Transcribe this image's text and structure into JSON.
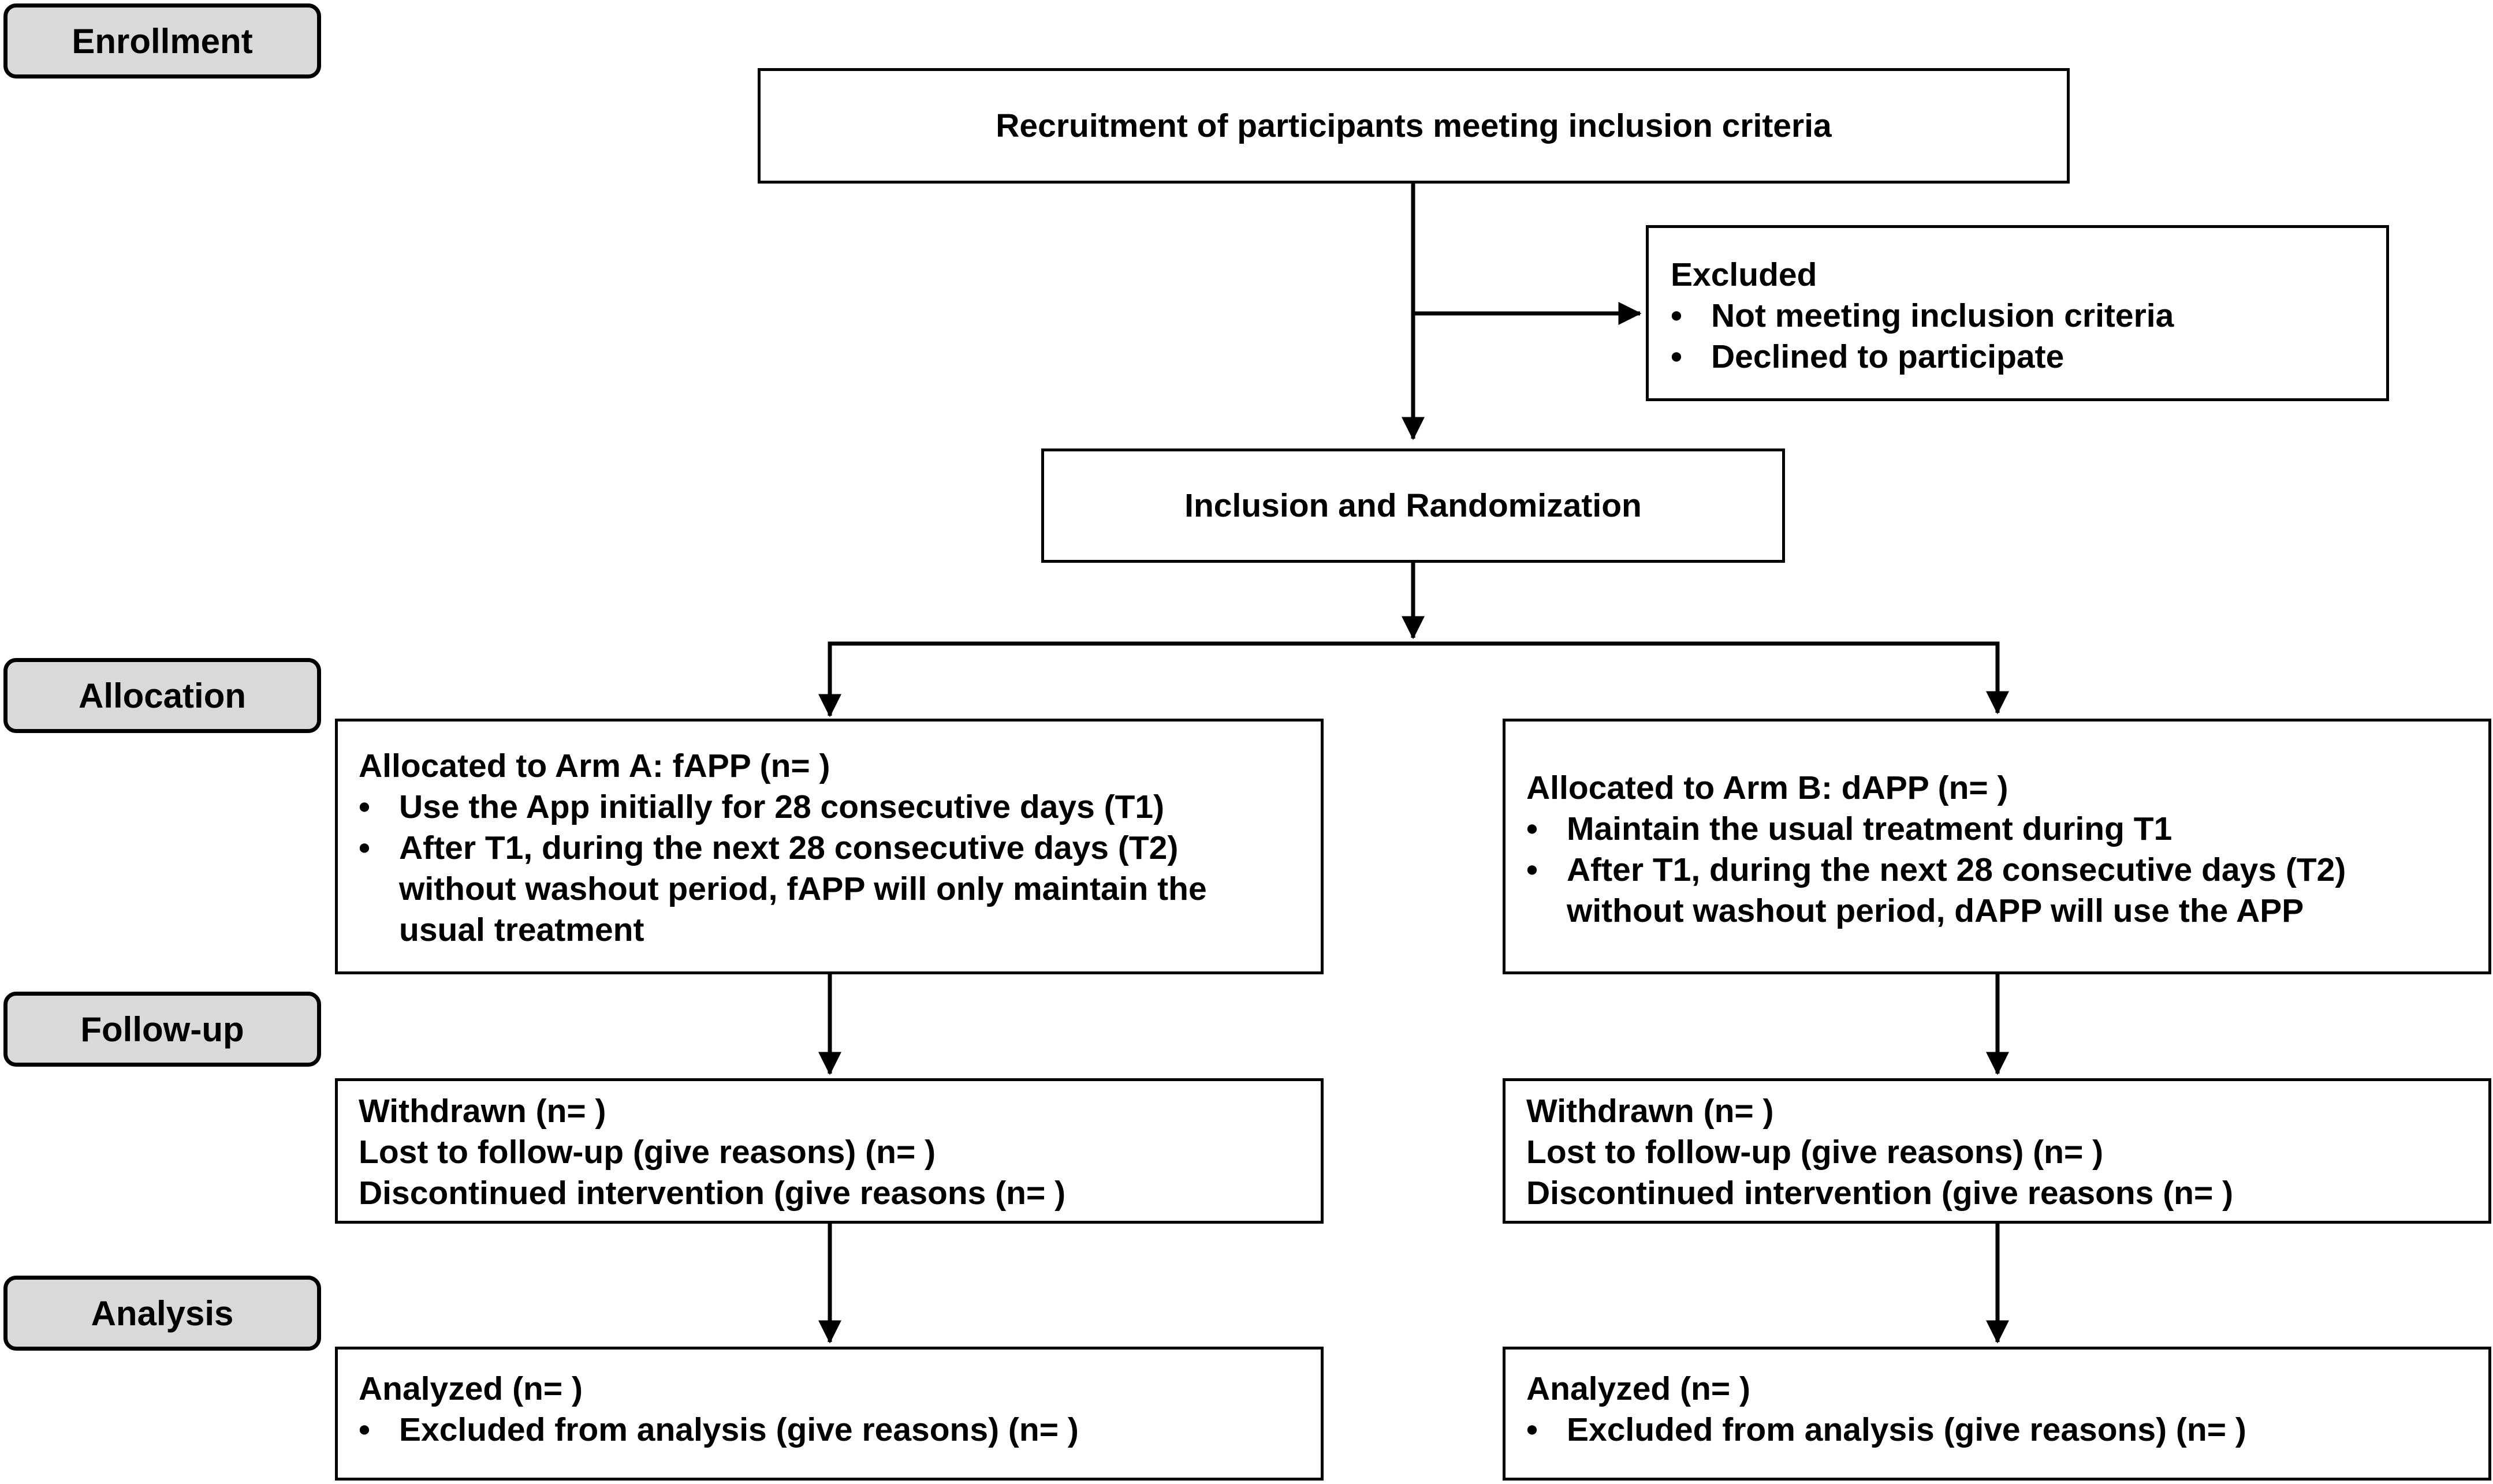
{
  "stages": {
    "enrollment": "Enrollment",
    "allocation": "Allocation",
    "follow_up": "Follow-up",
    "analysis": "Analysis"
  },
  "recruitment": "Recruitment of participants meeting inclusion criteria",
  "excluded": {
    "title": "Excluded",
    "items": [
      "Not meeting inclusion criteria",
      "Declined to participate"
    ]
  },
  "randomization": "Inclusion and Randomization",
  "arm_a": {
    "title": "Allocated to Arm A: fAPP (n=   )",
    "item1": "Use the App initially for 28 consecutive days (T1)",
    "item2_lines": [
      "After T1, during the next 28 consecutive days (T2)",
      "without washout period, fAPP will only maintain the",
      "usual treatment"
    ]
  },
  "arm_b": {
    "title": "Allocated to Arm B: dAPP (n=   )",
    "item1": "Maintain the usual treatment during T1",
    "item2_lines": [
      "After T1, during the next 28 consecutive days (T2)",
      "without washout period, dAPP will use the APP"
    ]
  },
  "followup_a": [
    "Withdrawn (n=  )",
    "Lost to follow-up (give reasons) (n=  )",
    "Discontinued intervention (give reasons (n=  )"
  ],
  "followup_b": [
    "Withdrawn (n=  )",
    "Lost to follow-up (give reasons) (n=  )",
    "Discontinued intervention (give reasons (n=  )"
  ],
  "analysis_a": {
    "title": "Analyzed (n=  )",
    "item": "Excluded from analysis (give reasons) (n=  )"
  },
  "analysis_b": {
    "title": "Analyzed (n=  )",
    "item": "Excluded from analysis (give reasons) (n=  )"
  }
}
